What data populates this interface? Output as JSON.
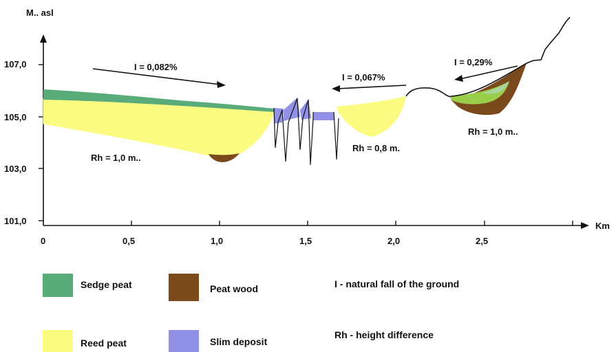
{
  "axes": {
    "y_label": "M.. asl",
    "x_unit": "Km",
    "y_ticks": [
      "107,0",
      "105,0",
      "103,0",
      "101,0"
    ],
    "x_ticks": [
      "0",
      "0,5",
      "1,0",
      "1,5",
      "2,0",
      "2,5"
    ]
  },
  "annotations": {
    "slope_1": "I = 0,082%",
    "slope_2": "I = 0,067%",
    "slope_3": "I = 0,29%",
    "rh_1": "Rh = 1,0 m..",
    "rh_2": "Rh = 0,8 m.",
    "rh_3": "Rh = 1,0 m.."
  },
  "legend": {
    "items": [
      {
        "label": "Sedge peat",
        "color": "#5aab7a"
      },
      {
        "label": "Peat wood",
        "color": "#7a4a1c"
      },
      {
        "label": "Reed peat",
        "color": "#fbfb82"
      },
      {
        "label": "Slim deposit",
        "color": "#8f90e6"
      }
    ],
    "notes": [
      "I - natural fall of the ground",
      "Rh - height difference"
    ]
  },
  "colors": {
    "sedge_peat": "#5aab7a",
    "reed_peat": "#fbfb82",
    "peat_wood": "#7a4a1c",
    "slim_deposit": "#8f90e6",
    "light_green": "#9acd4a",
    "pale_green": "#a8d5a0"
  }
}
